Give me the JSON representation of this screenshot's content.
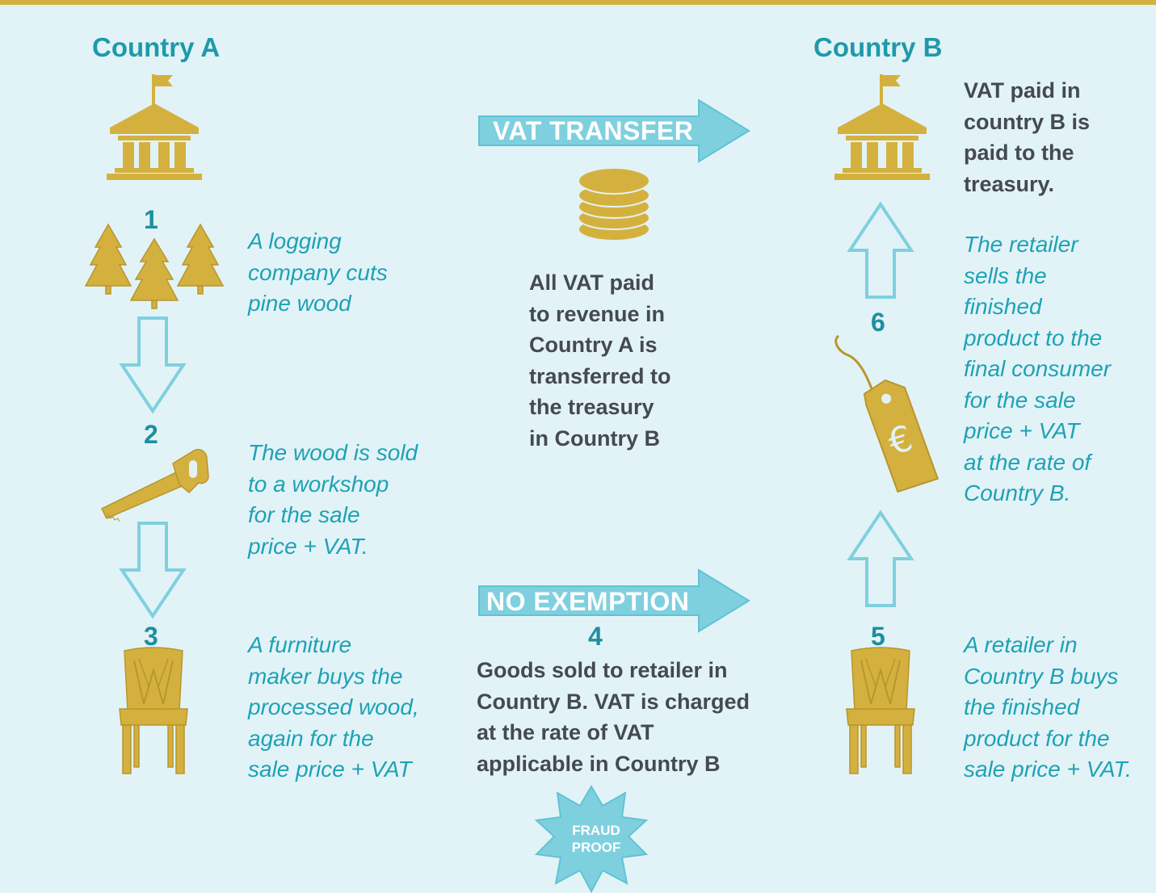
{
  "countries": {
    "a": "Country A",
    "b": "Country B"
  },
  "steps": [
    {
      "number": "1",
      "text": "A logging\ncompany cuts\npine wood"
    },
    {
      "number": "2",
      "text": "The wood is sold\nto a workshop\nfor the sale\nprice + VAT."
    },
    {
      "number": "3",
      "text": "A furniture\nmaker buys the\nprocessed wood,\nagain for the\nsale price + VAT"
    },
    {
      "number": "4",
      "text": "Goods sold to retailer in\nCountry B. VAT is charged\nat the rate of VAT\napplicable in Country B"
    },
    {
      "number": "5",
      "text": "A retailer in\nCountry B buys\nthe finished\nproduct for the\nsale price + VAT."
    },
    {
      "number": "6",
      "text": "The retailer\nsells the\nfinished\nproduct to the\nfinal consumer\nfor the sale\nprice + VAT\nat the rate of\nCountry B."
    }
  ],
  "vat_transfer": {
    "label": "VAT TRANSFER",
    "text": "All VAT paid\nto revenue in\nCountry A is\ntransferred to\nthe treasury\nin Country B"
  },
  "treasury_b_text": "VAT paid in\ncountry B is\npaid to the\ntreasury.",
  "no_exemption_label": "NO EXEMPTION",
  "fraud_badge": {
    "line1": "FRAUD",
    "line2": "PROOF"
  },
  "icons": [
    "bank-building-icon",
    "trees-icon",
    "saw-icon",
    "chair-icon",
    "coins-icon",
    "price-tag-euro-icon",
    "starburst-badge-icon"
  ],
  "colors": {
    "background": "#e2f3f7",
    "teal_text": "#1ea2b5",
    "gold_icon": "#d4b13f",
    "light_blue_arrow": "#7fd0df",
    "dark_text": "#444a4f"
  }
}
